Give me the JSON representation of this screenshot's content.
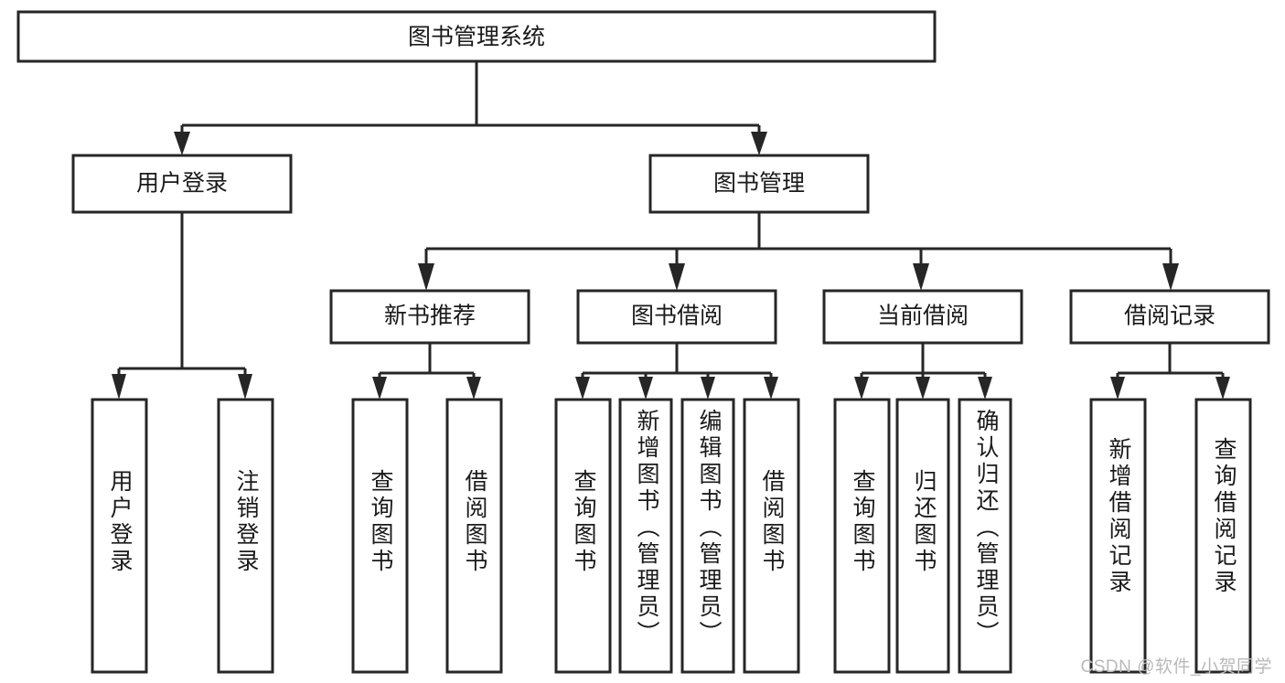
{
  "diagram": {
    "type": "tree-hierarchy",
    "title": "图书管理系统",
    "root": {
      "id": "root",
      "label": "图书管理系统"
    },
    "level2": [
      {
        "id": "user-login",
        "label": "用户登录"
      },
      {
        "id": "book-manage",
        "label": "图书管理"
      }
    ],
    "level3": [
      {
        "id": "new-book-rec",
        "label": "新书推荐",
        "parent": "book-manage"
      },
      {
        "id": "book-borrow",
        "label": "图书借阅",
        "parent": "book-manage"
      },
      {
        "id": "current-borrow",
        "label": "当前借阅",
        "parent": "book-manage"
      },
      {
        "id": "borrow-record",
        "label": "借阅记录",
        "parent": "book-manage"
      }
    ],
    "leaves": [
      {
        "id": "leaf-user-login",
        "label": "用户登录",
        "parent": "user-login"
      },
      {
        "id": "leaf-user-logout",
        "label": "注销登录",
        "parent": "user-login"
      },
      {
        "id": "leaf-query-book-1",
        "label": "查询图书",
        "parent": "new-book-rec"
      },
      {
        "id": "leaf-borrow-book-1",
        "label": "借阅图书",
        "parent": "new-book-rec"
      },
      {
        "id": "leaf-query-book-2",
        "label": "查询图书",
        "parent": "book-borrow"
      },
      {
        "id": "leaf-add-book",
        "label": "新增图书（管理员）",
        "parent": "book-borrow"
      },
      {
        "id": "leaf-edit-book",
        "label": "编辑图书（管理员）",
        "parent": "book-borrow"
      },
      {
        "id": "leaf-borrow-book-2",
        "label": "借阅图书",
        "parent": "book-borrow"
      },
      {
        "id": "leaf-query-book-3",
        "label": "查询图书",
        "parent": "current-borrow"
      },
      {
        "id": "leaf-return-book",
        "label": "归还图书",
        "parent": "current-borrow"
      },
      {
        "id": "leaf-confirm-return",
        "label": "确认归还（管理员）",
        "parent": "current-borrow"
      },
      {
        "id": "leaf-add-record",
        "label": "新增借阅记录",
        "parent": "borrow-record"
      },
      {
        "id": "leaf-query-record",
        "label": "查询借阅记录",
        "parent": "borrow-record"
      }
    ]
  },
  "watermark": {
    "text": "CSDN @软件_小贺同学"
  },
  "colors": {
    "box_stroke": "#262626",
    "box_fill": "#ffffff",
    "text": "#1a1a1a",
    "background": "#ffffff",
    "watermark": "#b9b9b9"
  }
}
